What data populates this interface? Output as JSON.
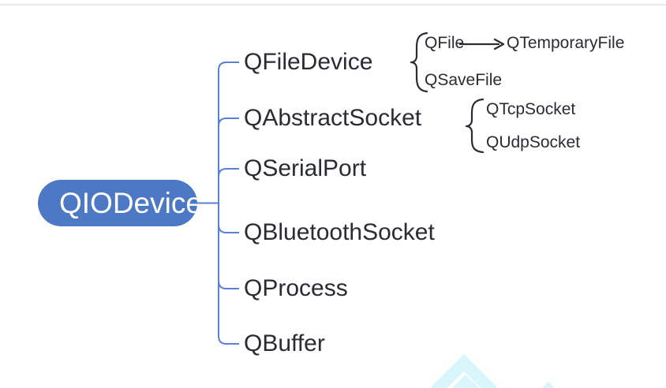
{
  "diagram": {
    "type": "class-hierarchy-mindmap",
    "root": {
      "label": "QIODevice"
    },
    "branches": [
      {
        "label": "QFileDevice"
      },
      {
        "label": "QAbstractSocket"
      },
      {
        "label": "QSerialPort"
      },
      {
        "label": "QBluetoothSocket"
      },
      {
        "label": "QProcess"
      },
      {
        "label": "QBuffer"
      }
    ],
    "file_group": {
      "parent": "QFile",
      "derived": "QTemporaryFile",
      "sibling": "QSaveFile"
    },
    "socket_group": {
      "items": [
        "QTcpSocket",
        "QUdpSocket"
      ]
    }
  },
  "colors": {
    "node_fill": "#4d79c4",
    "node_text": "#ffffff",
    "line": "#5b80d2",
    "text": "#2a2b33",
    "watermark": "#d9f6fc",
    "divider": "#e9e9e9",
    "bg": "#ffffff"
  }
}
